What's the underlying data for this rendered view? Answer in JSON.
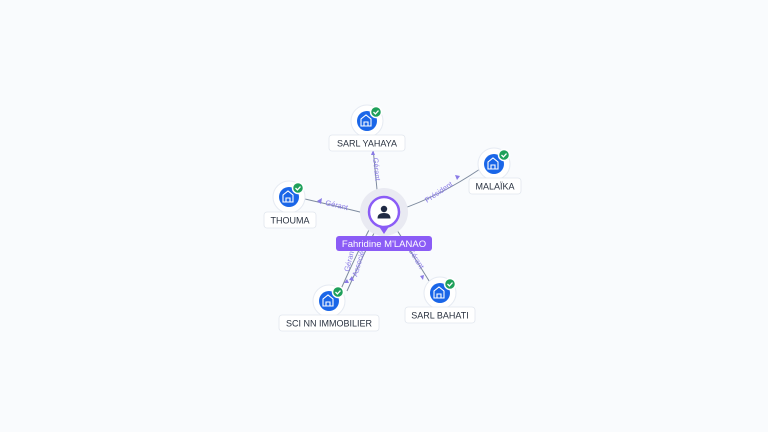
{
  "person": {
    "name": "Fahridine M'LANAO",
    "icon": "person-icon"
  },
  "companies": [
    {
      "id": "sarl-yahaya",
      "name": "SARL YAHAYA",
      "icon": "company-icon",
      "badge": "check-icon"
    },
    {
      "id": "malaika",
      "name": "MALAÏKA",
      "icon": "company-icon",
      "badge": "check-icon"
    },
    {
      "id": "thouma",
      "name": "THOUMA",
      "icon": "company-icon",
      "badge": "check-icon"
    },
    {
      "id": "sci-nn-immobilier",
      "name": "SCI NN IMMOBILIER",
      "icon": "company-icon",
      "badge": "check-icon"
    },
    {
      "id": "sarl-bahati",
      "name": "SARL BAHATI",
      "icon": "company-icon",
      "badge": "check-icon"
    }
  ],
  "relations": [
    {
      "to": "sarl-yahaya",
      "label": "Gérant"
    },
    {
      "to": "malaika",
      "label": "Président"
    },
    {
      "to": "thouma",
      "label": "Gérant"
    },
    {
      "to": "sci-nn-immobilier",
      "label": "Gérant"
    },
    {
      "to": "sci-nn-immobilier",
      "label": "Associé"
    },
    {
      "to": "sarl-bahati",
      "label": "Gérant"
    }
  ],
  "colors": {
    "person_accent": "#8b5cf6",
    "company_icon": "#1a66e8",
    "verified_badge": "#1ea05a",
    "edge_label": "#8a7be6"
  }
}
